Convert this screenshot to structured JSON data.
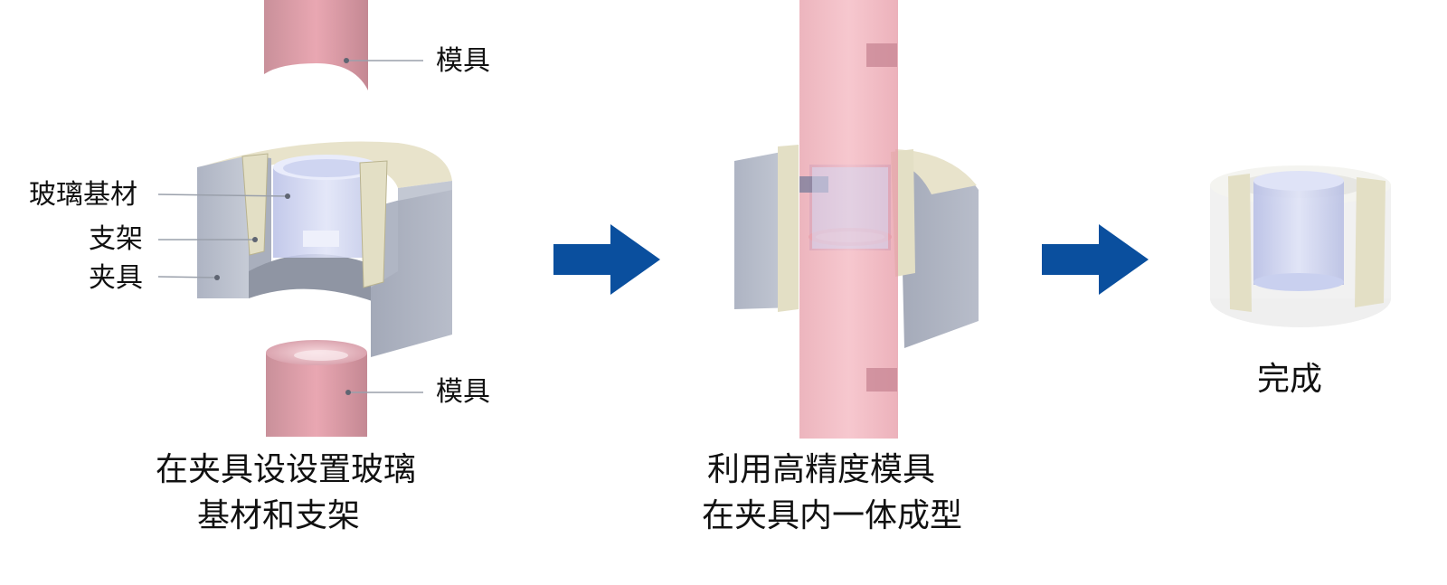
{
  "stages": [
    {
      "labels": {
        "mold_top": "模具",
        "glass_substrate": "玻璃基材",
        "holder": "支架",
        "fixture": "夹具",
        "mold_bottom": "模具"
      },
      "caption": [
        "在夹具设设置玻璃",
        "基材和支架"
      ]
    },
    {
      "caption": [
        "利用高精度模具",
        "在夹具内一体成型"
      ]
    },
    {
      "label": "完成"
    }
  ],
  "colors": {
    "arrow": "#0a4f9e",
    "mold": "#e9a7b2",
    "fixture": "#b9bfcc",
    "holder": "#e4dfc6",
    "glass": "#c9d0ef"
  },
  "icons": [
    "right-arrow-icon",
    "right-arrow-icon"
  ]
}
